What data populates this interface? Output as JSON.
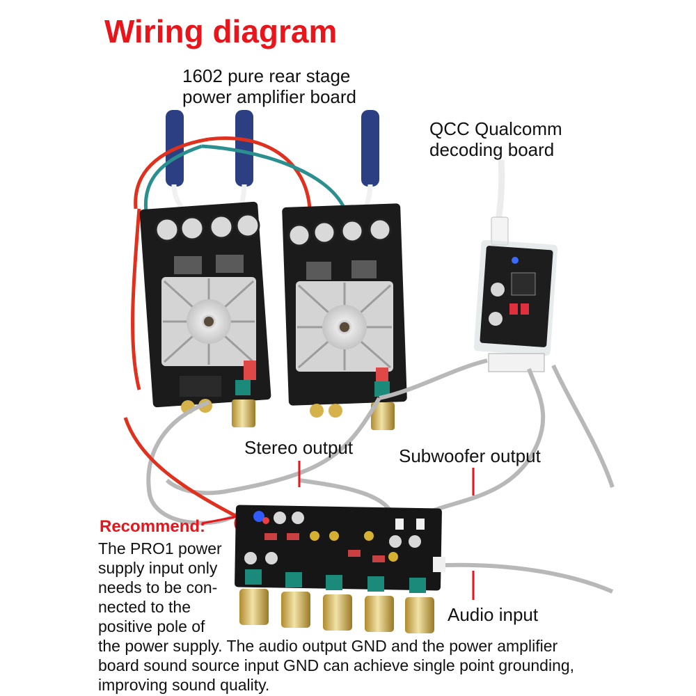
{
  "title": "Wiring diagram",
  "labels": {
    "amp_board_line1": "1602 pure rear stage",
    "amp_board_line2": "power amplifier board",
    "qcc_line1": "QCC Qualcomm",
    "qcc_line2": "decoding board",
    "stereo_output": "Stereo output",
    "subwoofer_output": "Subwoofer output",
    "audio_input": "Audio input"
  },
  "recommend": {
    "heading": "Recommend:",
    "lines": [
      "The PRO1 power",
      "supply input only",
      "needs to be con-",
      "nected to the",
      "positive pole of",
      "the power supply. The audio output GND and the power amplifier",
      "board sound source input GND can achieve single point grounding,",
      "improving sound quality."
    ]
  },
  "colors": {
    "title": "#e8161b",
    "accent_line": "#e8161b",
    "wire_blue": "#2b3f82",
    "wire_red": "#e0301e",
    "wire_grey": "#b8b8b8",
    "pcb": "#1b1b1b",
    "heatsink": "#d4d4d4"
  }
}
